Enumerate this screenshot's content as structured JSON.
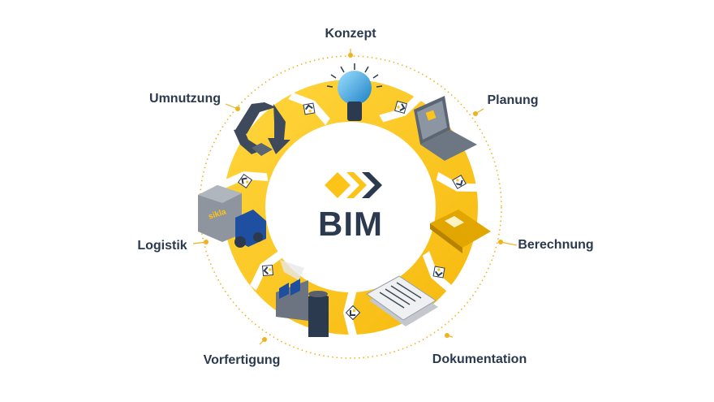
{
  "center": {
    "title": "BIM"
  },
  "stages": [
    {
      "label": "Konzept",
      "icon": "lightbulb-icon"
    },
    {
      "label": "Planung",
      "icon": "laptop-icon"
    },
    {
      "label": "Berechnung",
      "icon": "calculator-icon"
    },
    {
      "label": "Dokumentation",
      "icon": "documents-icon"
    },
    {
      "label": "Vorfertigung",
      "icon": "factory-icon"
    },
    {
      "label": "Logistik",
      "icon": "truck-icon"
    },
    {
      "label": "Umnutzung",
      "icon": "recycle-arrows-icon"
    }
  ],
  "truck_text": "sikla",
  "colors": {
    "yellow": "#fcc419",
    "yellow_light": "#ffd93b",
    "navy": "#2b3a4e",
    "dots": "#f2b21b"
  }
}
